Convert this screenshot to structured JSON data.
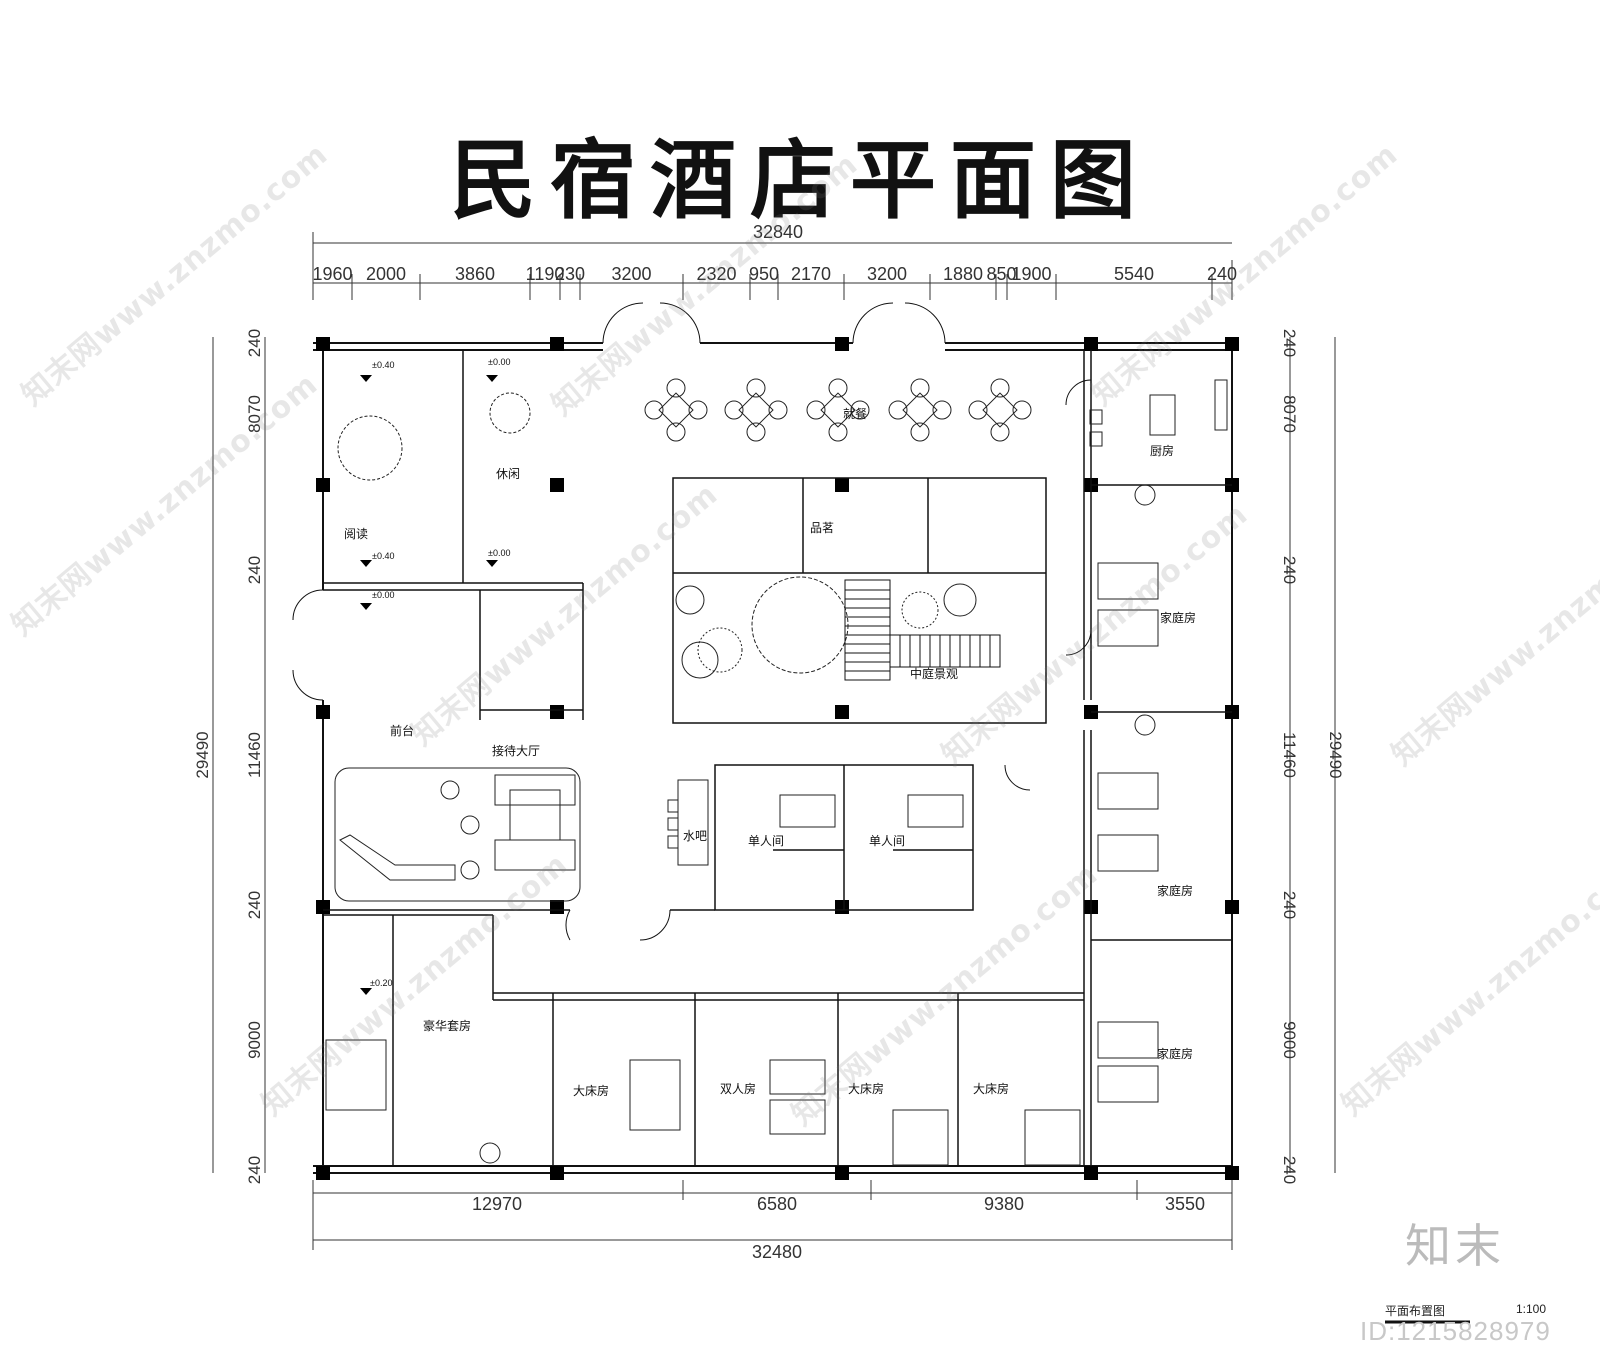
{
  "title": "民宿酒店平面图",
  "dimensions": {
    "top_total": "32840",
    "top_segments": [
      "1960",
      "2000",
      "3860",
      "1190",
      "230",
      "3200",
      "2320",
      "950",
      "2170",
      "3200",
      "1880",
      "850",
      "1900",
      "5540",
      "240"
    ],
    "bottom_segments": [
      "12970",
      "6580",
      "9380",
      "3550"
    ],
    "bottom_total": "32480",
    "left_total": "29490",
    "left_segments": [
      "240",
      "8070",
      "240",
      "11460",
      "240",
      "9000",
      "240"
    ],
    "right_total": "29490",
    "right_segments": [
      "240",
      "8070",
      "240",
      "11460",
      "240",
      "9000",
      "240"
    ]
  },
  "rooms": {
    "reading": "阅读",
    "leisure": "休闲",
    "dining": "就餐",
    "kitchen": "厨房",
    "tea": "品茗",
    "courtyard": "中庭景观",
    "front_desk": "前台",
    "lobby": "接待大厅",
    "water_bar": "水吧",
    "single_a": "单人间",
    "single_b": "单人间",
    "family_a": "家庭房",
    "family_b": "家庭房",
    "family_c": "家庭房",
    "luxury_suite": "豪华套房",
    "king_a": "大床房",
    "twin": "双人房",
    "king_b": "大床房",
    "king_c": "大床房"
  },
  "levels": {
    "l1": "±0.40",
    "l2": "±0.00",
    "l3": "±0.40",
    "l4": "±0.00",
    "l5": "±0.00",
    "l6": "±0.20"
  },
  "watermark": "知末网www.znzmo.com",
  "logo": "知末",
  "plan_label": "平面布置图",
  "scale": "1:100",
  "id_text": "ID:1215828979"
}
